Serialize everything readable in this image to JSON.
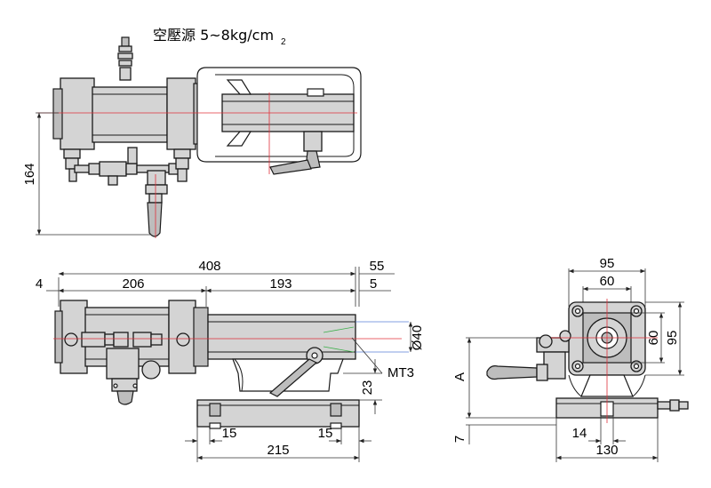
{
  "title": {
    "main": "空壓源 5~8kg/cm",
    "subscript": "2"
  },
  "top_view": {
    "dim_height": "164"
  },
  "side_view": {
    "dim_total_length": "408",
    "dim_left": "206",
    "dim_right": "193",
    "dim_offset_left": "4",
    "dim_offset_top": "55",
    "dim_offset_small": "5",
    "dim_diameter": "Ø40",
    "taper_label": "MT3",
    "dim_base_height": "23",
    "dim_base_left_slot": "15",
    "dim_base_right_slot": "15",
    "dim_base_length": "215"
  },
  "end_view": {
    "dim_flange_outer": "95",
    "dim_flange_inner": "60",
    "dim_vertical_inner": "60",
    "dim_vertical_outer": "95",
    "dim_center_height": "A",
    "dim_bottom": "7",
    "dim_slot": "14",
    "dim_base_width": "130"
  },
  "colors": {
    "outline": "#1a1a1a",
    "body_fill": "#d4d4d4",
    "centerline": "#e0303a",
    "accent_green": "#3cb04a",
    "accent_blue": "#5a7fd6"
  }
}
